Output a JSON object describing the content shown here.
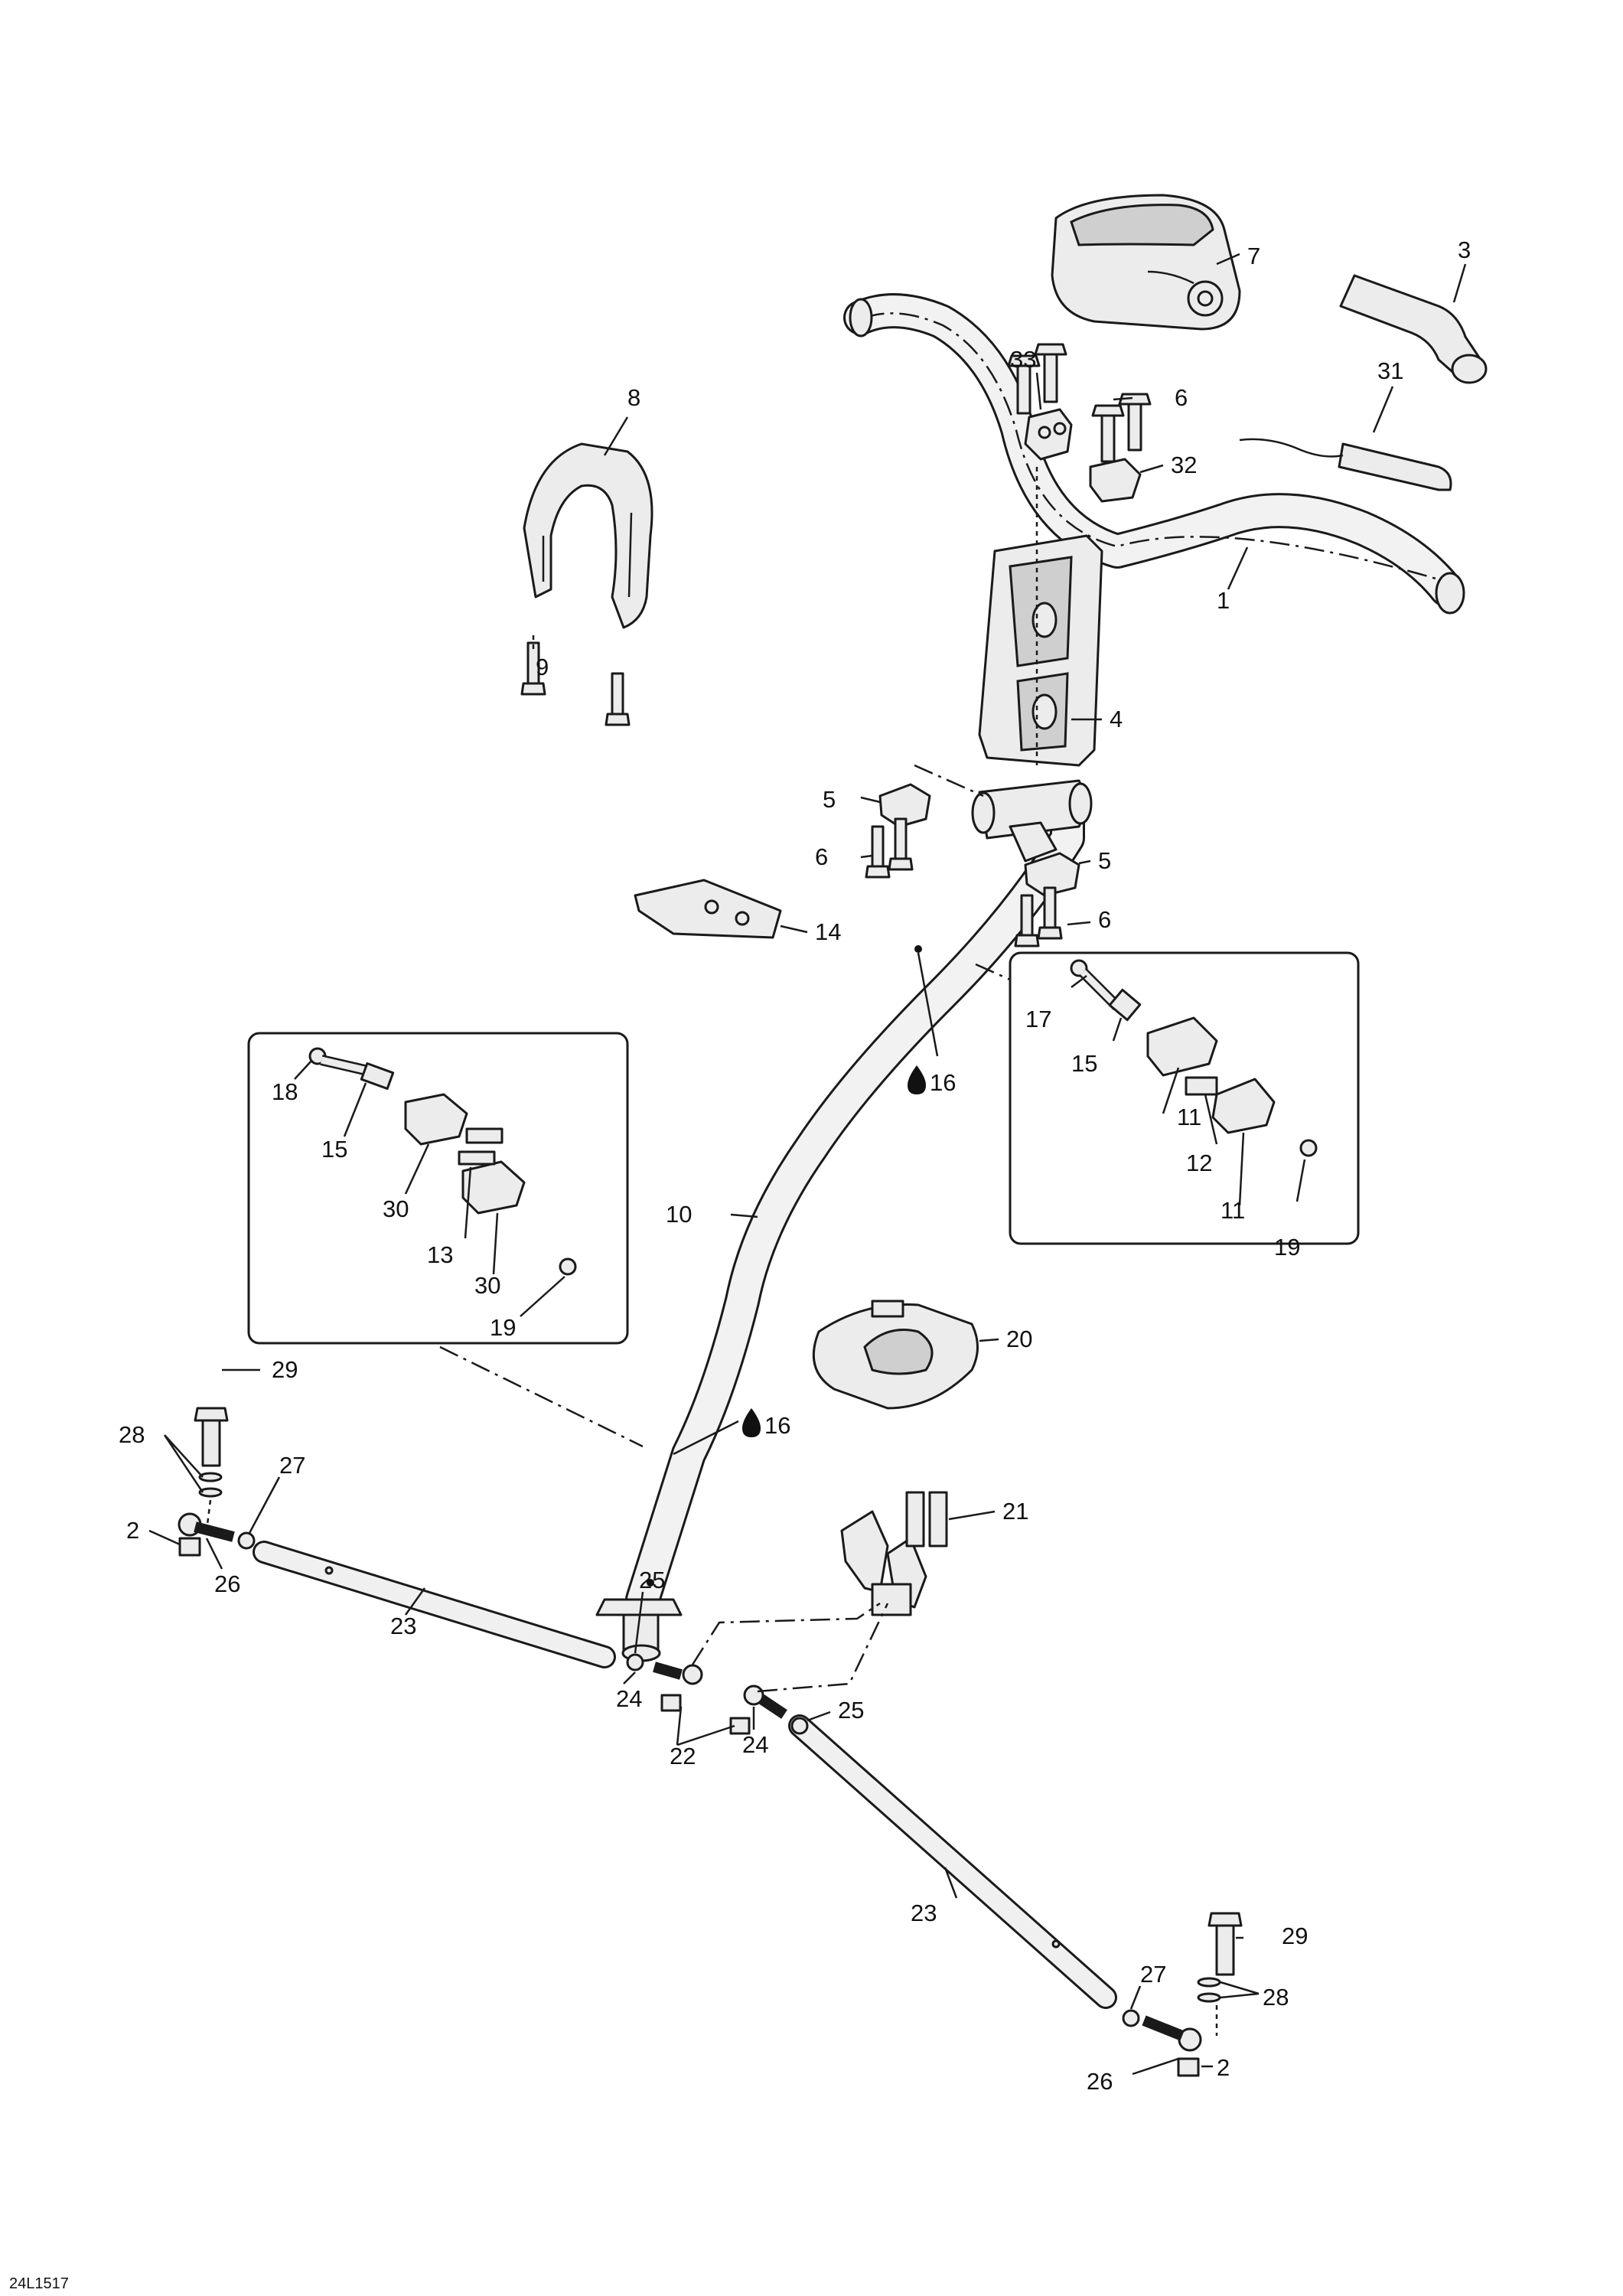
{
  "drawing": {
    "reference": "24L1517",
    "lubricant_callout": "16"
  },
  "callouts": [
    {
      "id": "c1",
      "label": "1"
    },
    {
      "id": "c2a",
      "label": "2"
    },
    {
      "id": "c2b",
      "label": "2"
    },
    {
      "id": "c3",
      "label": "3"
    },
    {
      "id": "c4",
      "label": "4"
    },
    {
      "id": "c5a",
      "label": "5"
    },
    {
      "id": "c5b",
      "label": "5"
    },
    {
      "id": "c6a",
      "label": "6"
    },
    {
      "id": "c6b",
      "label": "6"
    },
    {
      "id": "c6c",
      "label": "6"
    },
    {
      "id": "c7",
      "label": "7"
    },
    {
      "id": "c8",
      "label": "8"
    },
    {
      "id": "c9",
      "label": "9"
    },
    {
      "id": "c10",
      "label": "10"
    },
    {
      "id": "c11a",
      "label": "11"
    },
    {
      "id": "c11b",
      "label": "11"
    },
    {
      "id": "c12",
      "label": "12"
    },
    {
      "id": "c13",
      "label": "13"
    },
    {
      "id": "c14",
      "label": "14"
    },
    {
      "id": "c15a",
      "label": "15"
    },
    {
      "id": "c15b",
      "label": "15"
    },
    {
      "id": "c17",
      "label": "17"
    },
    {
      "id": "c18",
      "label": "18"
    },
    {
      "id": "c19a",
      "label": "19"
    },
    {
      "id": "c19b",
      "label": "19"
    },
    {
      "id": "c20",
      "label": "20"
    },
    {
      "id": "c21",
      "label": "21"
    },
    {
      "id": "c22",
      "label": "22"
    },
    {
      "id": "c23a",
      "label": "23"
    },
    {
      "id": "c23b",
      "label": "23"
    },
    {
      "id": "c24a",
      "label": "24"
    },
    {
      "id": "c24b",
      "label": "24"
    },
    {
      "id": "c25a",
      "label": "25"
    },
    {
      "id": "c25b",
      "label": "25"
    },
    {
      "id": "c26a",
      "label": "26"
    },
    {
      "id": "c26b",
      "label": "26"
    },
    {
      "id": "c27a",
      "label": "27"
    },
    {
      "id": "c27b",
      "label": "27"
    },
    {
      "id": "c28a",
      "label": "28"
    },
    {
      "id": "c28b",
      "label": "28"
    },
    {
      "id": "c29a",
      "label": "29"
    },
    {
      "id": "c29b",
      "label": "29"
    },
    {
      "id": "c30a",
      "label": "30"
    },
    {
      "id": "c30b",
      "label": "30"
    },
    {
      "id": "c31",
      "label": "31"
    },
    {
      "id": "c32",
      "label": "32"
    },
    {
      "id": "c33",
      "label": "33"
    }
  ]
}
